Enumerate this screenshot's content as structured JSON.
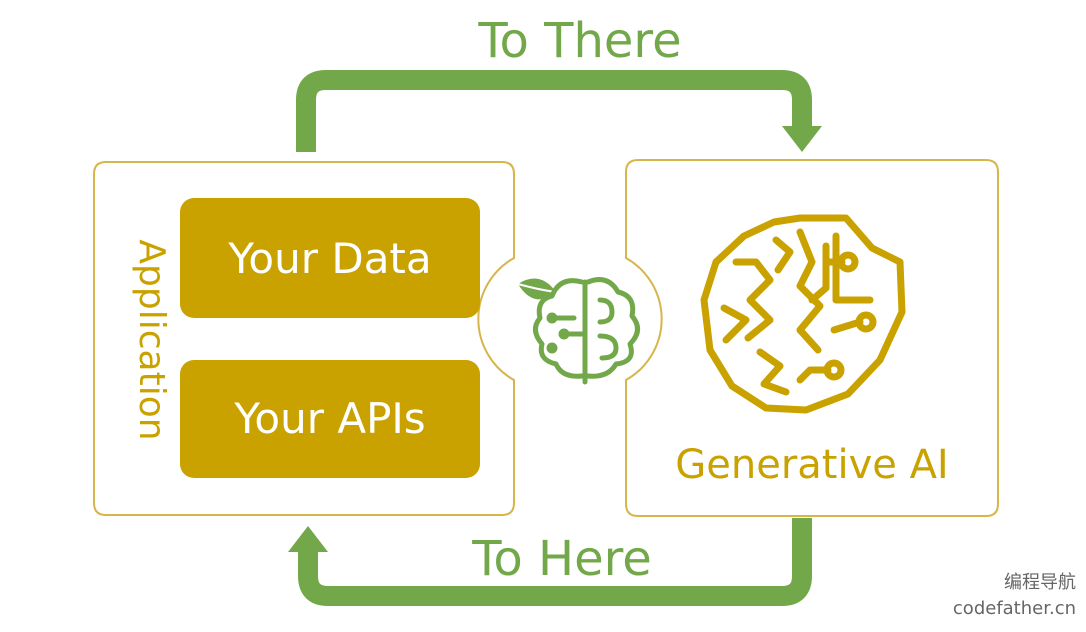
{
  "diagram": {
    "top_label": "To There",
    "bottom_label": "To Here",
    "left_panel": {
      "vertical_label": "Application",
      "boxes": [
        "Your Data",
        "Your APIs"
      ]
    },
    "right_panel": {
      "label": "Generative AI",
      "icon": "circuit-brain-icon"
    },
    "center_icon": "leaf-brain-icon"
  },
  "watermark": {
    "line1": "编程导航",
    "line2": "codefather.cn"
  },
  "colors": {
    "arrow_green": "#72a84a",
    "gold": "#c9a200",
    "panel_border": "#d6b54a",
    "text_white": "#ffffff",
    "watermark_gray": "#666666"
  },
  "arrows": {
    "top": "Application → Generative AI",
    "bottom": "Generative AI → Application"
  }
}
